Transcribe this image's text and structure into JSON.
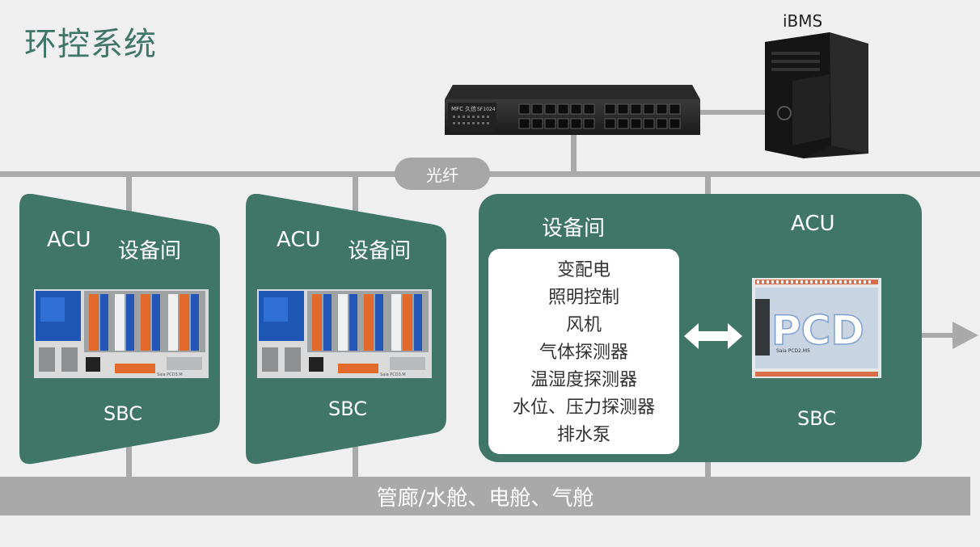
{
  "title": "环控系统",
  "network": {
    "fiber_label": "光纤",
    "server_label": "iBMS",
    "switch_brand": "MFC 久信",
    "switch_model": "SF1024"
  },
  "acu_panels": [
    {
      "acu_label": "ACU",
      "room_label": "设备间",
      "module_text": "Saia PCD3.M",
      "sbc_label": "SBC"
    },
    {
      "acu_label": "ACU",
      "room_label": "设备间",
      "module_text": "Saia PCD3.M",
      "sbc_label": "SBC"
    }
  ],
  "main_panel": {
    "room_label": "设备间",
    "acu_label": "ACU",
    "sbc_label": "SBC",
    "controller_text": "PCD",
    "controller_subtext": "Saia PCD2.M5",
    "devices": [
      "变配电",
      "照明控制",
      "风机",
      "气体探测器",
      "温湿度探测器",
      "水位、压力探测器",
      "排水泵"
    ]
  },
  "bottom_bar_label": "管廊/水舱、电舱、气舱",
  "colors": {
    "panel": "#3f7668",
    "line": "#a9a9a9",
    "background": "#efefef"
  }
}
